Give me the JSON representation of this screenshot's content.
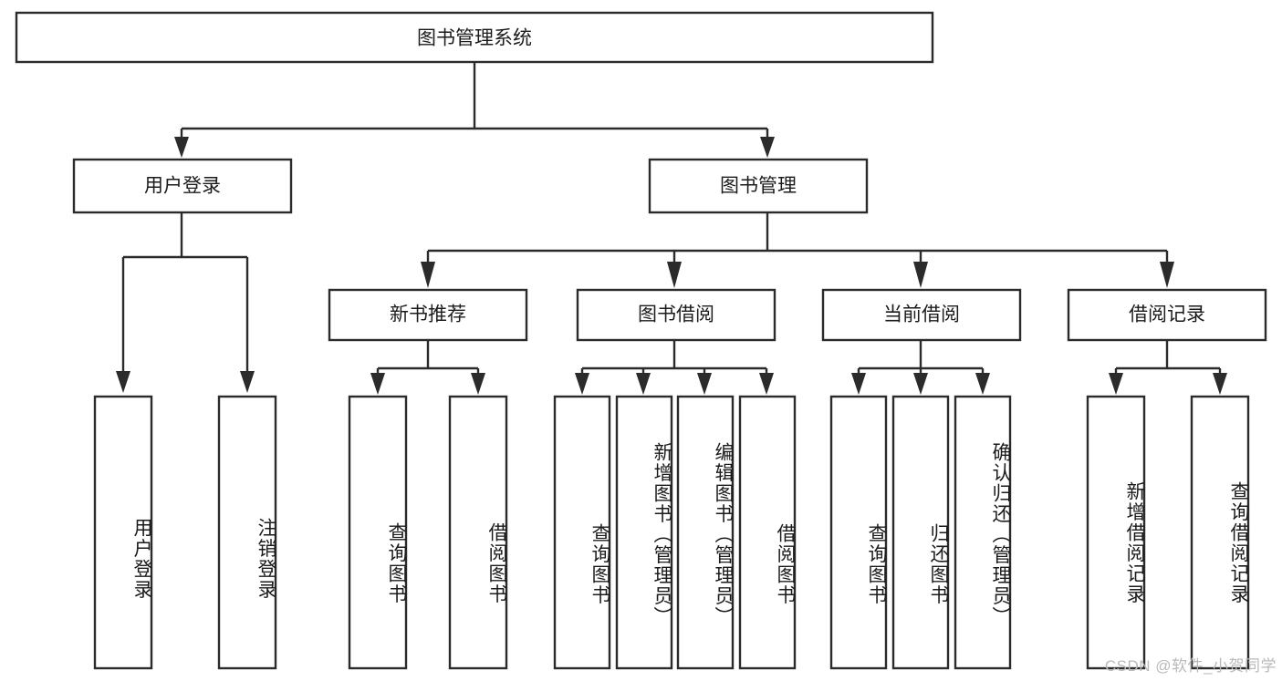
{
  "diagram": {
    "title": "图书管理系统",
    "type": "tree-hierarchy-diagram",
    "background_color": "#ffffff",
    "line_color": "#2b2b2b",
    "text_color": "#1b1b1b",
    "root": {
      "label": "图书管理系统"
    },
    "level1": [
      {
        "label": "用户登录"
      },
      {
        "label": "图书管理"
      }
    ],
    "level2": [
      {
        "label": "新书推荐"
      },
      {
        "label": "图书借阅"
      },
      {
        "label": "当前借阅"
      },
      {
        "label": "借阅记录"
      }
    ],
    "leaves": {
      "user_login": [
        {
          "label": "用户登录"
        },
        {
          "label": "注销登录"
        }
      ],
      "new_book_recommend": [
        {
          "label": "查询图书"
        },
        {
          "label": "借阅图书"
        }
      ],
      "book_borrow": [
        {
          "label": "查询图书"
        },
        {
          "label": "新增图书（管理员）"
        },
        {
          "label": "编辑图书（管理员）"
        },
        {
          "label": "借阅图书"
        }
      ],
      "current_borrow": [
        {
          "label": "查询图书"
        },
        {
          "label": "归还图书"
        },
        {
          "label": "确认归还（管理员）"
        }
      ],
      "borrow_record": [
        {
          "label": "新增借阅记录"
        },
        {
          "label": "查询借阅记录"
        }
      ]
    }
  },
  "watermark": {
    "text": "CSDN @软件_小贺同学"
  }
}
